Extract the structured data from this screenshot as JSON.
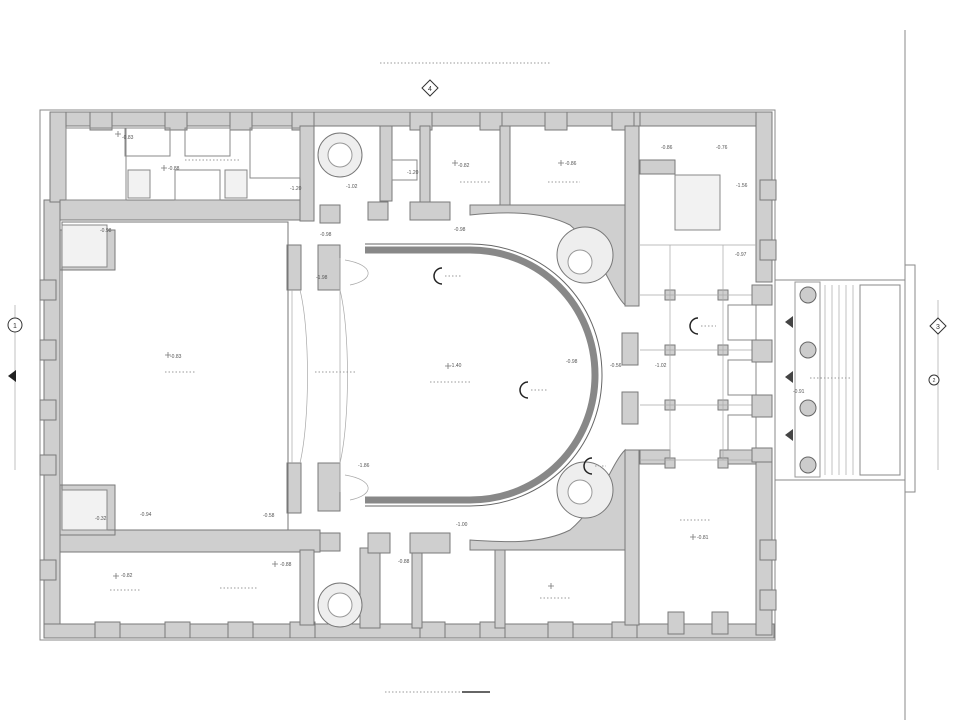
{
  "axes": {
    "top": "4",
    "left": "1",
    "right": "3",
    "right_small": "2"
  },
  "levels": [
    {
      "id": "l1",
      "text": "-0.83"
    },
    {
      "id": "l2",
      "text": "-0.88"
    },
    {
      "id": "l3",
      "text": "-1.20"
    },
    {
      "id": "l4",
      "text": "-1.02"
    },
    {
      "id": "l5",
      "text": "-1.20"
    },
    {
      "id": "l6",
      "text": "-0.82"
    },
    {
      "id": "l7",
      "text": "-0.86"
    },
    {
      "id": "l8",
      "text": "-0.86"
    },
    {
      "id": "l9",
      "text": "-0.76"
    },
    {
      "id": "l10",
      "text": "-1.56"
    },
    {
      "id": "l11",
      "text": "-0.97"
    },
    {
      "id": "l12",
      "text": "-0.98"
    },
    {
      "id": "l13",
      "text": "-0.98"
    },
    {
      "id": "l14",
      "text": "-0.98"
    },
    {
      "id": "l15",
      "text": "-0.83"
    },
    {
      "id": "l16",
      "text": "-1.40"
    },
    {
      "id": "l17",
      "text": "-0.98"
    },
    {
      "id": "l18",
      "text": "-0.56"
    },
    {
      "id": "l19",
      "text": "-1.02"
    },
    {
      "id": "l20",
      "text": "-1.98"
    },
    {
      "id": "l21",
      "text": "-1.86"
    },
    {
      "id": "l22",
      "text": "-0.32"
    },
    {
      "id": "l23",
      "text": "-0.94"
    },
    {
      "id": "l24",
      "text": "-0.58"
    },
    {
      "id": "l25",
      "text": "-1.00"
    },
    {
      "id": "l26",
      "text": "-0.91"
    },
    {
      "id": "l27",
      "text": "-0.81"
    },
    {
      "id": "l28",
      "text": "-0.82"
    },
    {
      "id": "l29",
      "text": "-0.88"
    },
    {
      "id": "l30",
      "text": "-0.88"
    }
  ]
}
